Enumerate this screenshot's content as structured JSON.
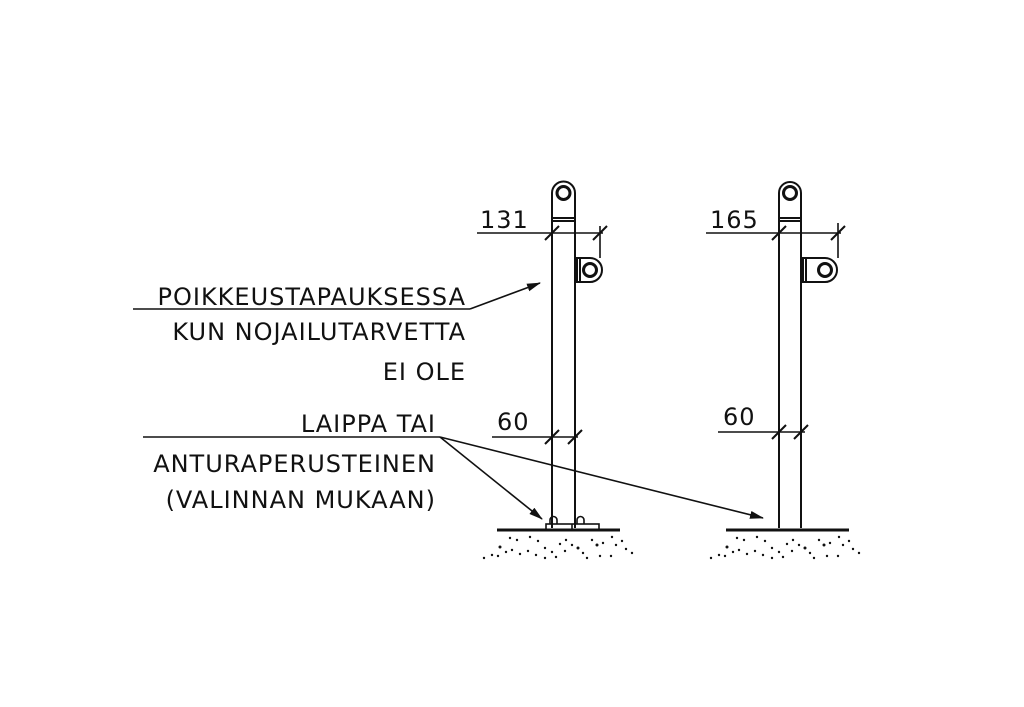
{
  "dimensions": {
    "left_offset": "131",
    "right_offset": "165",
    "left_post_width": "60",
    "right_post_width": "60"
  },
  "notes": {
    "exception_line1": "POIKKEUSTAPAUKSESSA",
    "exception_line2": "KUN NOJAILUTARVETTA",
    "exception_line3": "EI OLE",
    "base_line1": "LAIPPA TAI",
    "base_line2": "ANTURAPERUSTEINEN",
    "base_line3": "(VALINNAN MUKAAN)"
  }
}
